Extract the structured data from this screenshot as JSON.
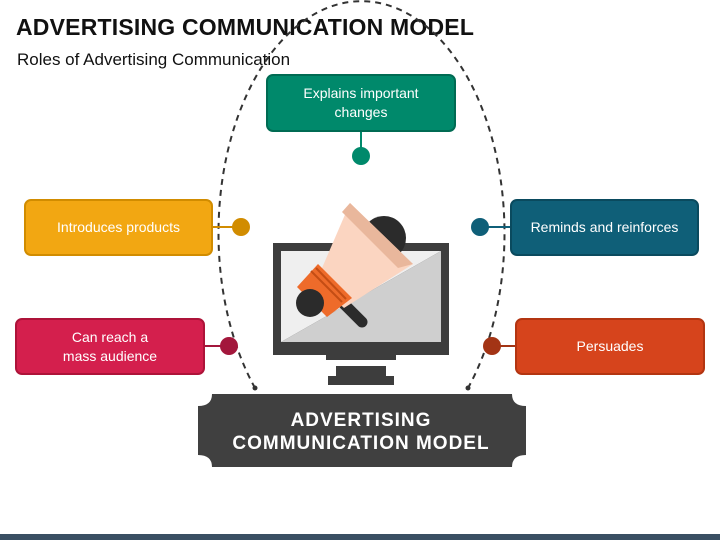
{
  "title": "ADVERTISING COMMUNICATION MODEL",
  "subtitle": "Roles of Advertising Communication",
  "roles": [
    {
      "id": "top",
      "label": "Explains important changes",
      "color": "#00896b"
    },
    {
      "id": "left1",
      "label": "Introduces products",
      "color": "#f2a712"
    },
    {
      "id": "left2",
      "label": "Can reach a mass audience",
      "color": "#d41f4d"
    },
    {
      "id": "right1",
      "label": "Reminds and reinforces",
      "color": "#0f5f78"
    },
    {
      "id": "right2",
      "label": "Persuades",
      "color": "#d6441c"
    }
  ],
  "center": {
    "line1": "ADVERTISING",
    "line2": "COMMUNICATION MODEL",
    "color": "#404040",
    "icon": "megaphone-monitor-icon"
  }
}
